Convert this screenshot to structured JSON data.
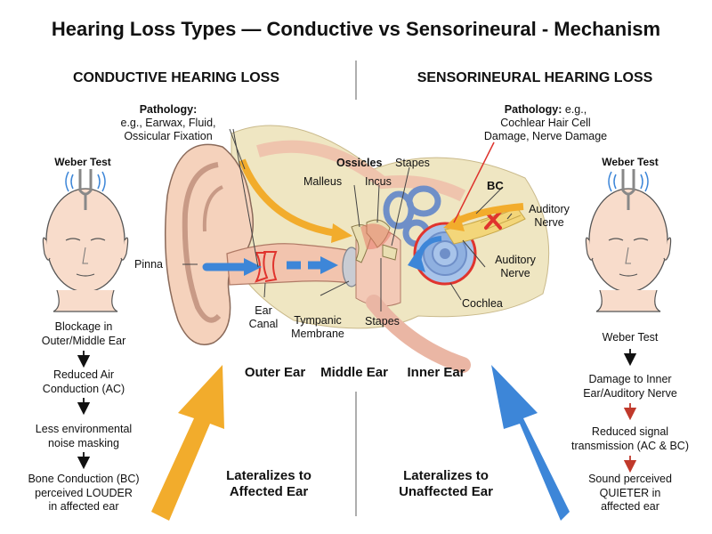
{
  "title": "Hearing Loss Types — Conductive vs Sensorineural - Mechanism",
  "colors": {
    "air_arrow": "#3d86d8",
    "bone_arrow": "#f2ac2c",
    "blockage": "#e0342e",
    "skin": "#f5d2bc",
    "bone": "#efe6c2",
    "flesh": "#e8a08c",
    "cochlea": "#a8c4ea"
  },
  "left": {
    "heading": "CONDUCTIVE HEARING LOSS",
    "pathology_label": "Pathology:",
    "pathology_text": [
      "e.g., Earwax, Fluid,",
      "Ossicular Fixation"
    ],
    "weber_label": "Weber Test",
    "flow": [
      [
        "Blockage in",
        "Outer/Middle Ear"
      ],
      [
        "Reduced Air",
        "Conduction (AC)"
      ],
      [
        "Less environmental",
        "noise masking"
      ],
      [
        "Bone Conduction (BC)",
        "perceived LOUDER",
        "in affected ear"
      ]
    ],
    "lateralizes": [
      "Lateralizes to",
      "Affected Ear"
    ]
  },
  "right": {
    "heading": "SENSORINEURAL HEARING LOSS",
    "pathology_label": "Pathology:",
    "pathology_line1_rest": " e.g.,",
    "pathology_text": [
      "Cochlear Hair Cell",
      "Damage, Nerve Damage"
    ],
    "weber_label": "Weber Test",
    "flow": [
      [
        "Weber Test"
      ],
      [
        "Damage to Inner",
        "Ear/Auditory Nerve"
      ],
      [
        "Reduced signal",
        "transmission (AC & BC)"
      ],
      [
        "Sound perceived",
        "QUIETER in",
        "affected ear"
      ]
    ],
    "lateralizes": [
      "Lateralizes to",
      "Unaffected Ear"
    ]
  },
  "ear_labels": {
    "pinna": "Pinna",
    "ossicles": "Ossicles",
    "malleus": "Malleus",
    "incus": "Incus",
    "stapes_top": "Stapes",
    "stapes_bottom": "Stapes",
    "bc": "BC",
    "auditory_nerve_1": [
      "Auditory",
      "Nerve"
    ],
    "auditory_nerve_2": [
      "Auditory",
      "Nerve"
    ],
    "cochlea": "Cochlea",
    "ear_canal": [
      "Ear",
      "Canal"
    ],
    "tympanic": [
      "Tympanic",
      "Membrane"
    ],
    "outer_ear": "Outer Ear",
    "middle_ear": "Middle Ear",
    "inner_ear": "Inner Ear"
  }
}
